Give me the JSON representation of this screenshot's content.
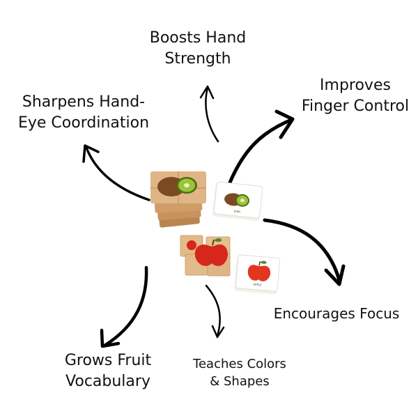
{
  "benefits": {
    "hand_strength": {
      "line1": "Boosts Hand",
      "line2": "Strength"
    },
    "finger_control": {
      "line1": "Improves",
      "line2": "Finger Control"
    },
    "hand_eye": {
      "line1": "Sharpens Hand-",
      "line2": "Eye Coordination"
    },
    "focus": {
      "line1": "Encourages Focus"
    },
    "vocabulary": {
      "line1": "Grows Fruit",
      "line2": "Vocabulary"
    },
    "colors_shapes": {
      "line1": "Teaches Colors",
      "line2": "& Shapes"
    }
  },
  "cards": {
    "kiwi_caption": "KIWI",
    "apple_caption": "APPLE"
  },
  "colors": {
    "text": "#111111",
    "arrow": "#000000",
    "wood": "#d9a877",
    "kiwi_green": "#6a9a1f",
    "apple_red": "#d6271c"
  }
}
